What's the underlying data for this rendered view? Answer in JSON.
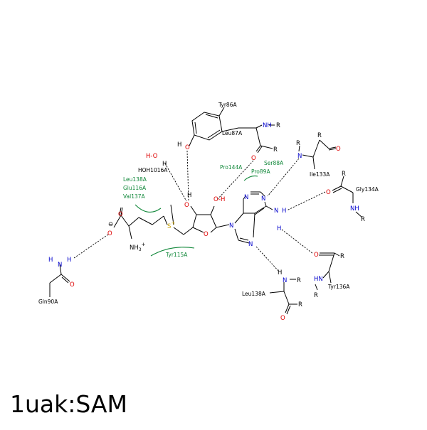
{
  "caption": "1uak:SAM",
  "residues": {
    "tyr86": "Tyr86A",
    "leu87": "Leu87A",
    "hoh": "HOH1016A",
    "pro144": "Pro144A",
    "ser88": "Ser88A",
    "pro89": "Pro89A",
    "ile133": "Ile133A",
    "gly134": "Gly134A",
    "leu138_top": "Leu138A",
    "glu116": "Glu116A",
    "val137": "Val137A",
    "tyr115": "Tyr115A",
    "tyr136": "Tyr136A",
    "leu138_bot": "Leu138A",
    "gln90": "Gln90A"
  },
  "atoms": {
    "R": "R",
    "N": "N",
    "NH": "NH",
    "HN": "HN",
    "O": "O",
    "H": "H",
    "S": "S",
    "NH3": "NH",
    "sub3": "3",
    "plus": "+",
    "minus": "⊖",
    "HO_prefix": "H-O",
    "OH_suffix": "O-H"
  },
  "colors": {
    "oxygen": "#dd0000",
    "nitrogen": "#0000cc",
    "sulfur": "#c8a000",
    "hydrophobic": "#11883a"
  }
}
